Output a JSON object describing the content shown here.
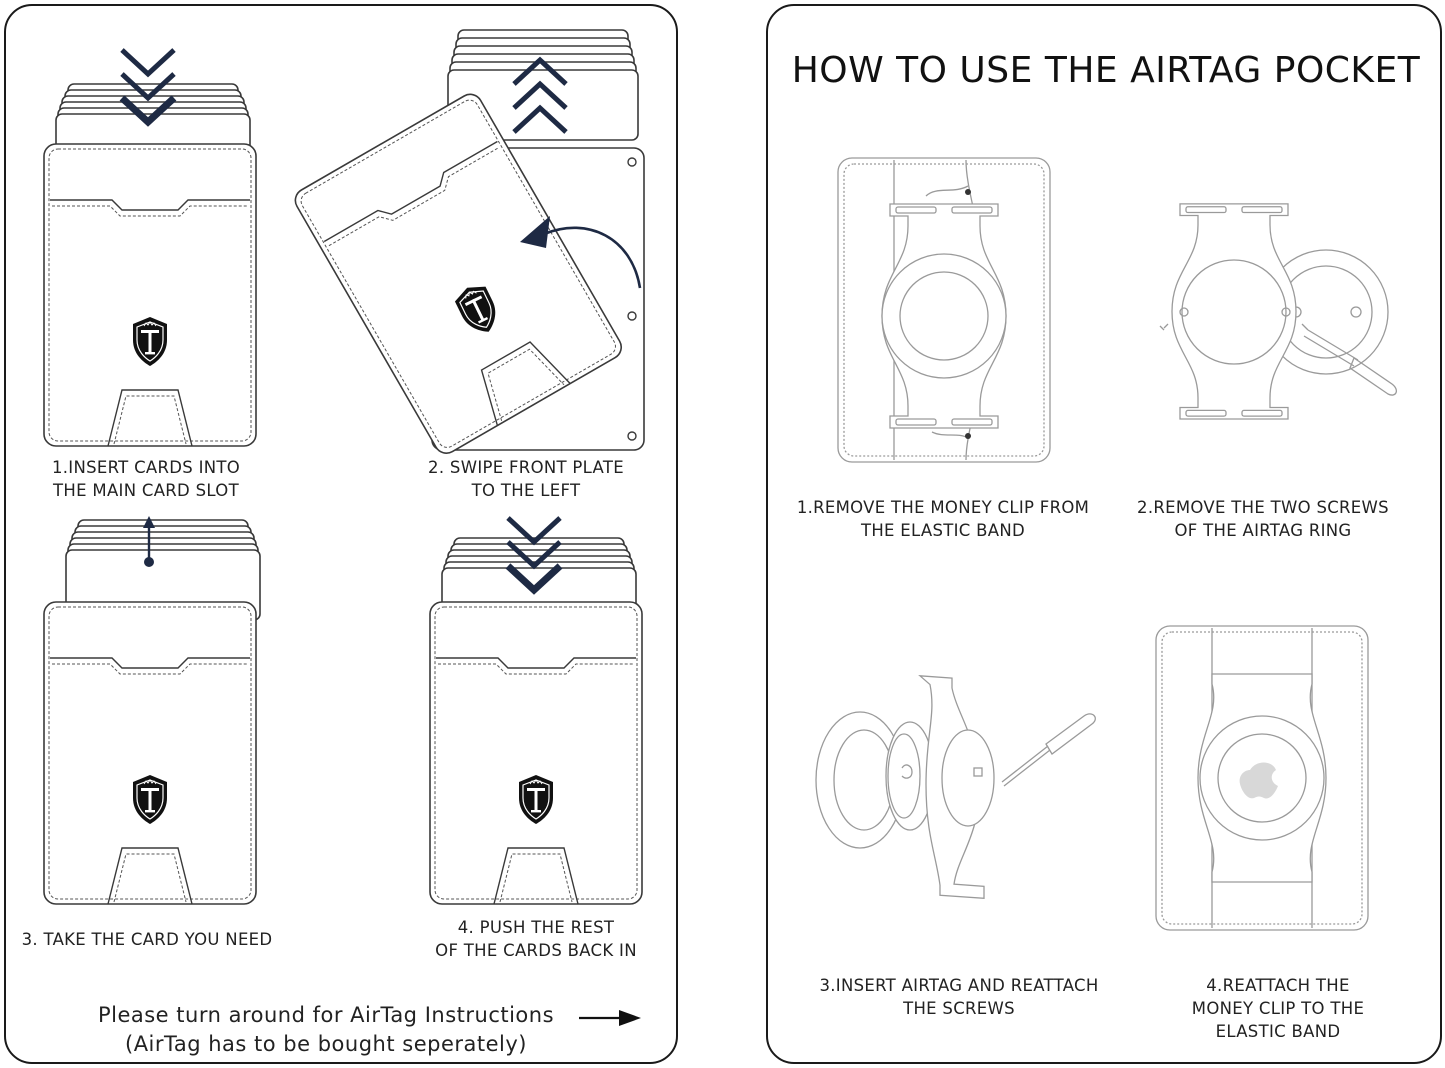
{
  "left_panel": {
    "steps": [
      {
        "label": "1.INSERT CARDS INTO\nTHE MAIN CARD SLOT"
      },
      {
        "label": "2. SWIPE FRONT PLATE\nTO THE LEFT"
      },
      {
        "label": "3. TAKE THE CARD YOU NEED"
      },
      {
        "label": "4. PUSH THE REST\nOF THE CARDS BACK IN"
      }
    ],
    "note": "Please turn around for AirTag Instructions\n(AirTag has to be bought seperately)"
  },
  "right_panel": {
    "title": "HOW TO USE THE AIRTAG POCKET",
    "steps": [
      {
        "label": "1.REMOVE THE MONEY CLIP FROM\nTHE ELASTIC BAND"
      },
      {
        "label": "2.REMOVE THE TWO SCREWS\nOF THE  AIRTAG RING"
      },
      {
        "label": "3.INSERT AIRTAG AND REATTACH\nTHE  SCREWS"
      },
      {
        "label": "4.REATTACH THE\nMONEY CLIP TO THE\nELASTIC BAND"
      }
    ]
  },
  "colors": {
    "accent_navy": "#1e2a44",
    "outline": "#3a3a3a",
    "logo": "#111111"
  },
  "icons": [
    "chevron-down-icon",
    "chevron-up-icon",
    "curved-arrow-icon",
    "arrow-up-icon",
    "arrow-right-icon",
    "shield-logo-icon",
    "screwdriver-icon"
  ]
}
